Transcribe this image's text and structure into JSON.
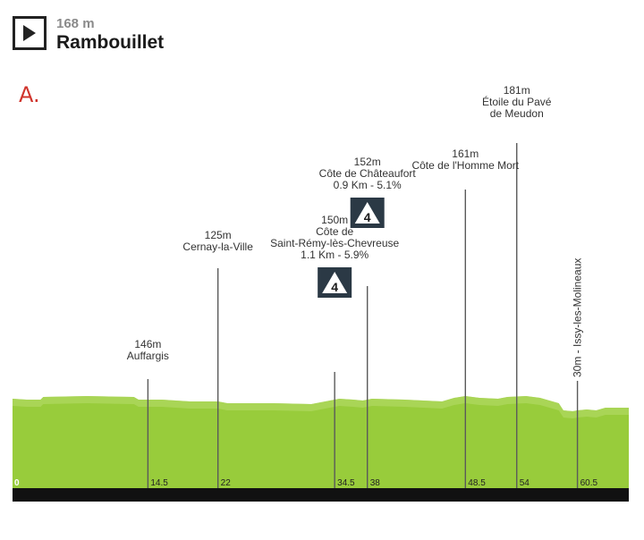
{
  "header": {
    "icon": "play-arrow-icon",
    "altitude": "168 m",
    "town": "Rambouillet",
    "marker_letter": "A."
  },
  "colors": {
    "profile_fill": "#98cc3b",
    "profile_highlight": "#b8dd6e",
    "baseline": "#111111",
    "accent_letter": "#d0342c",
    "climb_badge": "#2b3945"
  },
  "chart_data": {
    "type": "area",
    "title": "",
    "xlabel": "",
    "ylabel": "",
    "xlim": [
      0,
      66
    ],
    "x_ticks": [
      "0",
      "14.5",
      "22",
      "34.5",
      "38",
      "48.5",
      "54",
      "60.5"
    ],
    "profile": [
      [
        0,
        100
      ],
      [
        1.5,
        99
      ],
      [
        3,
        99
      ],
      [
        3.3,
        102
      ],
      [
        8,
        103
      ],
      [
        13,
        102
      ],
      [
        13.5,
        99
      ],
      [
        16,
        99
      ],
      [
        19,
        97
      ],
      [
        22,
        97
      ],
      [
        23,
        95
      ],
      [
        28,
        95
      ],
      [
        32,
        94
      ],
      [
        33,
        96
      ],
      [
        35,
        100
      ],
      [
        36.5,
        99
      ],
      [
        37.5,
        98
      ],
      [
        38.5,
        100
      ],
      [
        42,
        99
      ],
      [
        46,
        97
      ],
      [
        47.3,
        101
      ],
      [
        48.5,
        103
      ],
      [
        50,
        101
      ],
      [
        52,
        100
      ],
      [
        53,
        102
      ],
      [
        55,
        103
      ],
      [
        56.5,
        101
      ],
      [
        58.5,
        95
      ],
      [
        59,
        87
      ],
      [
        60,
        86
      ],
      [
        60.5,
        87
      ],
      [
        61.5,
        88
      ],
      [
        62.5,
        87
      ],
      [
        63.5,
        90
      ],
      [
        66,
        90
      ]
    ],
    "points": [
      {
        "km": 14.5,
        "alt": "146m",
        "name": [
          "Auffargis"
        ]
      },
      {
        "km": 22,
        "alt": "125m",
        "name": [
          "Cernay-la-Ville"
        ]
      },
      {
        "km": 34.5,
        "alt": "150m",
        "name": [
          "Côte de",
          "Saint-Rémy-lès-Chevreuse",
          "1.1 Km - 5.9%"
        ],
        "category": "4"
      },
      {
        "km": 38,
        "alt": "152m",
        "name": [
          "Côte de Châteaufort",
          "0.9 Km - 5.1%"
        ],
        "category": "4"
      },
      {
        "km": 48.5,
        "alt": "161m",
        "name": [
          "Côte de l'Homme Mort"
        ]
      },
      {
        "km": 54,
        "alt": "181m",
        "name": [
          "Étoile du Pavé",
          "de Meudon"
        ]
      },
      {
        "km": 60.5,
        "alt": "",
        "name": [
          "30m - Issy-les-Molineaux"
        ],
        "vertical": true
      }
    ]
  }
}
